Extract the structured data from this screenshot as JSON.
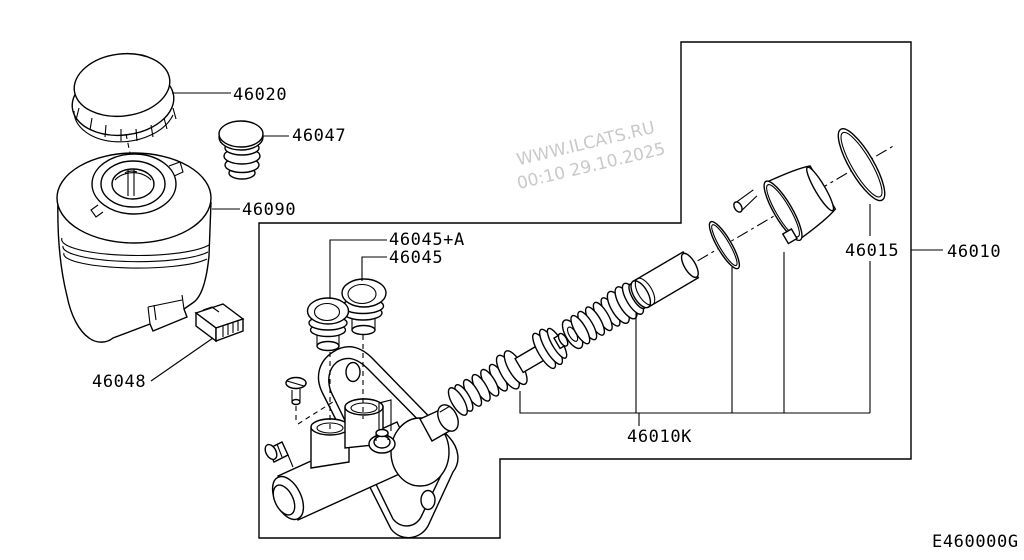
{
  "diagram": {
    "code": "E460000G",
    "watermark": {
      "site": "WWW.ILCATS.RU",
      "timestamp": "00:10 29.10.2025"
    },
    "parts": {
      "cap": "46020",
      "filter_plug": "46047",
      "reservoir_tank": "46090",
      "band_clip": "46048",
      "grommet_a": "46045+A",
      "grommet": "46045",
      "piston_kit": "46010K",
      "stopper_ring": "46015",
      "master_cylinder_assy": "46010"
    },
    "colors": {
      "line": "#000000",
      "watermark": "#c9c9c9",
      "background": "#ffffff"
    }
  }
}
